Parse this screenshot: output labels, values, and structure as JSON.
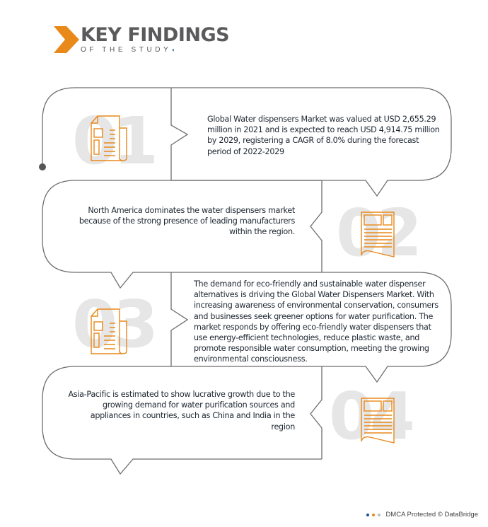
{
  "header": {
    "title": "KEY FINDINGS",
    "subtitle": "OF THE STUDY"
  },
  "colors": {
    "accent": "#e8891a",
    "outline": "#6e6e6e",
    "number": "#e6e6e6"
  },
  "findings": [
    {
      "number": "01",
      "icon": "newspaper-icon",
      "text": "Global Water dispensers Market was valued at USD 2,655.29 million in 2021 and is expected to reach USD 4,914.75 million by 2029, registering a CAGR of 8.0% during the forecast period of 2022-2029"
    },
    {
      "number": "02",
      "icon": "document-icon",
      "text": "North America dominates the water dispensers market because of the strong presence of leading manufacturers within the region."
    },
    {
      "number": "03",
      "icon": "newspaper-icon",
      "text": "The demand for eco-friendly and sustainable water dispenser alternatives is driving the Global Water Dispensers Market. With increasing awareness of environmental conservation, consumers and businesses seek greener options for water purification. The market responds by offering eco-friendly water dispensers that use energy-efficient technologies, reduce plastic waste, and promote responsible water consumption, meeting the growing environmental consciousness."
    },
    {
      "number": "04",
      "icon": "document-icon",
      "text": "Asia-Pacific is estimated to show lucrative growth due to the growing demand for water purification sources and appliances in countries, such as China and India in the region"
    }
  ],
  "footer": {
    "text": "DMCA Protected © DataBridge"
  }
}
